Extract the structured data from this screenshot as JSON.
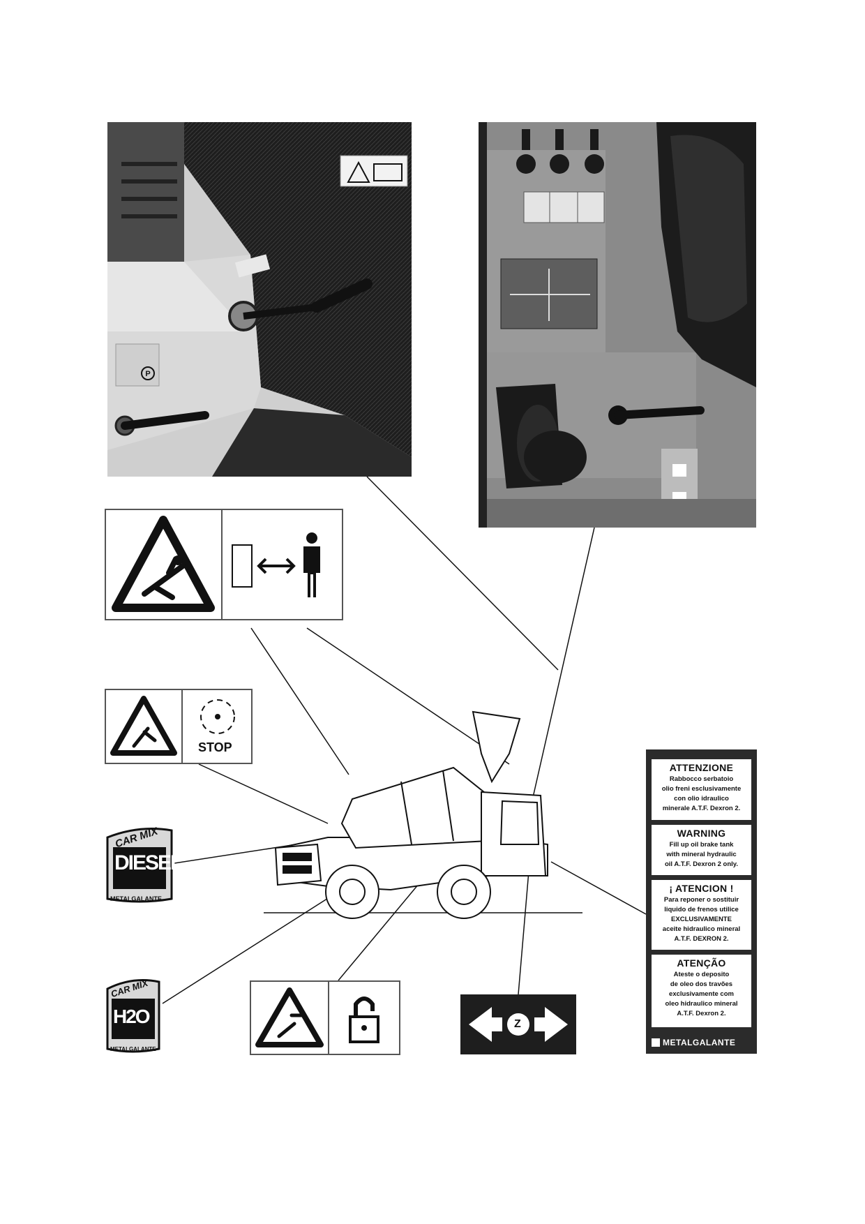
{
  "photo_left": {
    "caption": "hand brake lever and machine cabin side photo",
    "parking_label": "P"
  },
  "photo_right": {
    "caption": "cab control panel with joystick and lock handle photo"
  },
  "decals": {
    "stop_label": "STOP",
    "car_mix_badge_top": "CAR MIX",
    "diesel_word": "DIESEL",
    "h2o_word": "H2O",
    "badge_brand": "METALGALANTE",
    "arrow_letter": "Z"
  },
  "warning_panel": {
    "sections": [
      {
        "title": "ATTENZIONE",
        "lines": [
          "Rabbocco serbatoio",
          "olio freni esclusivamente",
          "con olio idraulico",
          "minerale A.T.F. Dexron 2."
        ]
      },
      {
        "title": "WARNING",
        "lines": [
          "Fill up oil brake tank",
          "with mineral hydraulic",
          "oil A.T.F. Dexron 2 only."
        ]
      },
      {
        "title": "¡ ATENCION !",
        "lines": [
          "Para reponer o sostituir",
          "liquido de frenos utilice",
          "EXCLUSIVAMENTE",
          "aceite hidraulico mineral",
          "A.T.F. DEXRON 2."
        ]
      },
      {
        "title": "ATENÇÃO",
        "lines": [
          "Ateste o deposito",
          "de oleo dos travões",
          "exclusivamente com",
          "oleo hidraulico mineral",
          "A.T.F. Dexron 2."
        ]
      }
    ],
    "brand": "METALGALANTE"
  },
  "colors": {
    "decal_border": "#555555",
    "dark_panel": "#2b2b2b",
    "ink": "#111111"
  }
}
